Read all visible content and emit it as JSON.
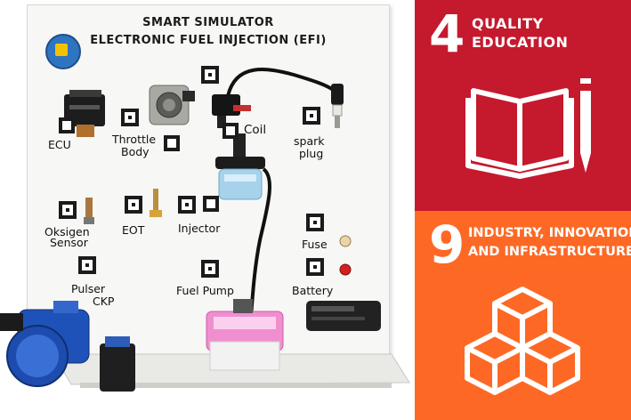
{
  "board": {
    "title_line1": "SMART SIMULATOR",
    "title_line2": "ELECTRONIC FUEL INJECTION (EFI)",
    "labels": {
      "ecu": "ECU",
      "throttle1": "Throttle",
      "throttle2": "Body",
      "coil": "Coil",
      "spark1": "spark",
      "spark2": "plug",
      "oksigen1": "Oksigen",
      "oksigen2": "Sensor",
      "eot": "EOT",
      "injector": "Injector",
      "fuse": "Fuse",
      "pulser1": "Pulser",
      "pulser2": "CKP",
      "fuel_pump": "Fuel Pump",
      "battery": "Battery"
    }
  },
  "sdg4": {
    "number": "4",
    "line1": "QUALITY",
    "line2": "EDUCATION",
    "color": "#c5192d",
    "icon": "book-pencil-icon"
  },
  "sdg9": {
    "number": "9",
    "line1": "INDUSTRY, INNOVATION",
    "line2": "AND INFRASTRUCTURE",
    "color": "#fd6925",
    "icon": "stacked-cubes-icon"
  }
}
